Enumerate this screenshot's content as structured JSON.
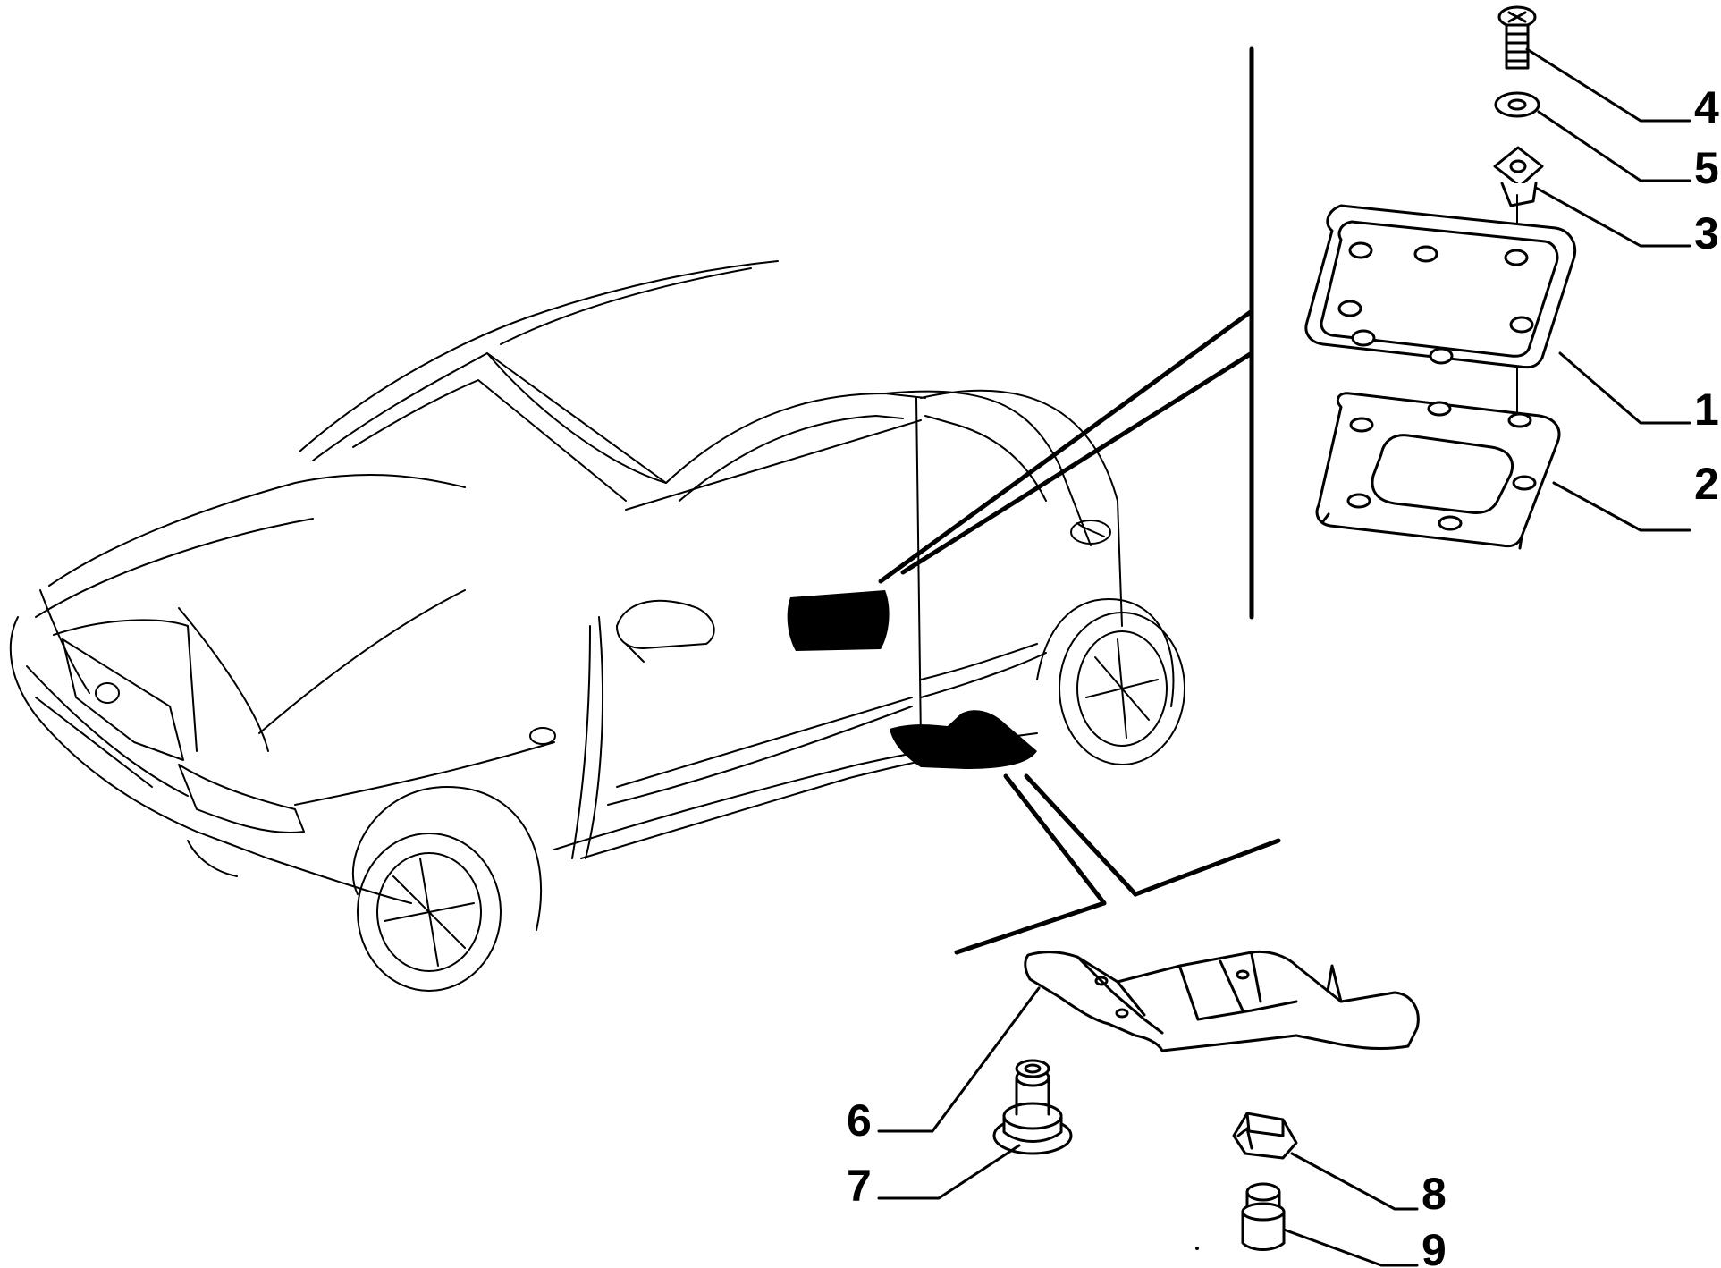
{
  "diagram": {
    "parts": [
      {
        "id": "p1",
        "label": "1"
      },
      {
        "id": "p2",
        "label": "2"
      },
      {
        "id": "p3",
        "label": "3"
      },
      {
        "id": "p4",
        "label": "4"
      },
      {
        "id": "p5",
        "label": "5"
      },
      {
        "id": "p6",
        "label": "6"
      },
      {
        "id": "p7",
        "label": "7"
      },
      {
        "id": "p8",
        "label": "8"
      },
      {
        "id": "p9",
        "label": "9"
      }
    ]
  }
}
